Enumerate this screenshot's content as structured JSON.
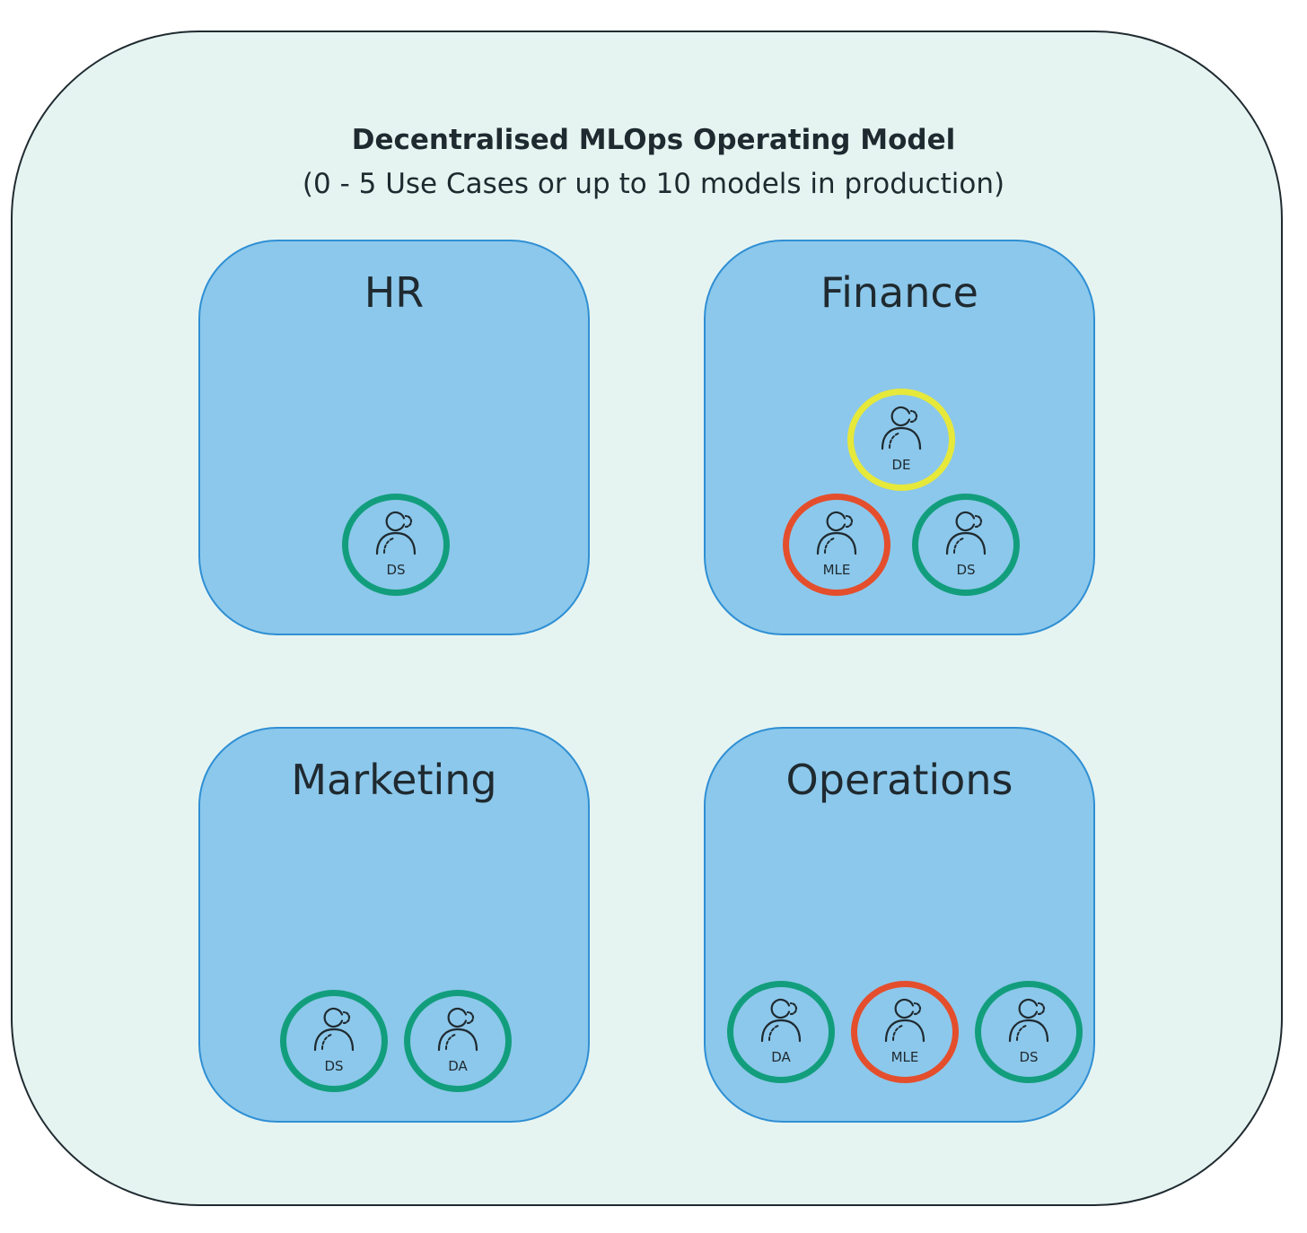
{
  "diagram": {
    "title": "Decentralised MLOps Operating Model",
    "subtitle": "(0 - 5 Use Cases or up to 10 models in production)",
    "colors": {
      "canvas": "#e6f4f1",
      "department": "#8cc8eb",
      "department_border": "#2f8fd4",
      "ring_green": "#129e7c",
      "ring_red": "#e44e2c",
      "ring_yellow": "#e6e83a"
    },
    "departments": [
      {
        "name": "HR",
        "roles": [
          {
            "label": "DS",
            "ring": "green",
            "icon": "person-icon"
          }
        ]
      },
      {
        "name": "Finance",
        "roles": [
          {
            "label": "DE",
            "ring": "yellow",
            "icon": "person-icon"
          },
          {
            "label": "MLE",
            "ring": "red",
            "icon": "person-icon"
          },
          {
            "label": "DS",
            "ring": "green",
            "icon": "person-icon"
          }
        ]
      },
      {
        "name": "Marketing",
        "roles": [
          {
            "label": "DS",
            "ring": "green",
            "icon": "person-icon"
          },
          {
            "label": "DA",
            "ring": "green",
            "icon": "person-icon"
          }
        ]
      },
      {
        "name": "Operations",
        "roles": [
          {
            "label": "DA",
            "ring": "green",
            "icon": "person-icon"
          },
          {
            "label": "MLE",
            "ring": "red",
            "icon": "person-icon"
          },
          {
            "label": "DS",
            "ring": "green",
            "icon": "person-icon"
          }
        ]
      }
    ]
  }
}
